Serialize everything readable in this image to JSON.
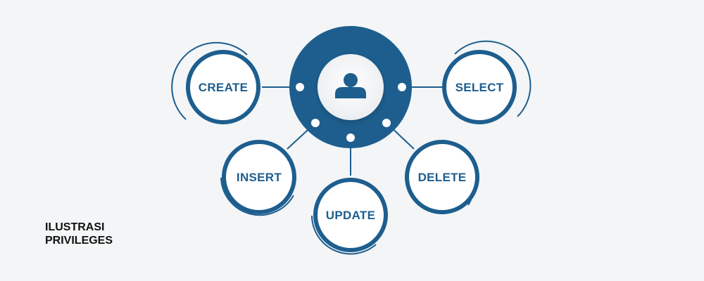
{
  "colors": {
    "primary": "#1d5e8e",
    "background": "#f3f5f7",
    "node_fill": "#ffffff",
    "caption_text": "#111111"
  },
  "center": {
    "icon": "user-icon"
  },
  "nodes": [
    {
      "id": "create",
      "label": "CREATE"
    },
    {
      "id": "select",
      "label": "SELECT"
    },
    {
      "id": "insert",
      "label": "INSERT"
    },
    {
      "id": "update",
      "label": "UPDATE"
    },
    {
      "id": "delete",
      "label": "DELETE"
    }
  ],
  "caption": {
    "line1": "ILUSTRASI",
    "line2": "PRIVILEGES"
  }
}
